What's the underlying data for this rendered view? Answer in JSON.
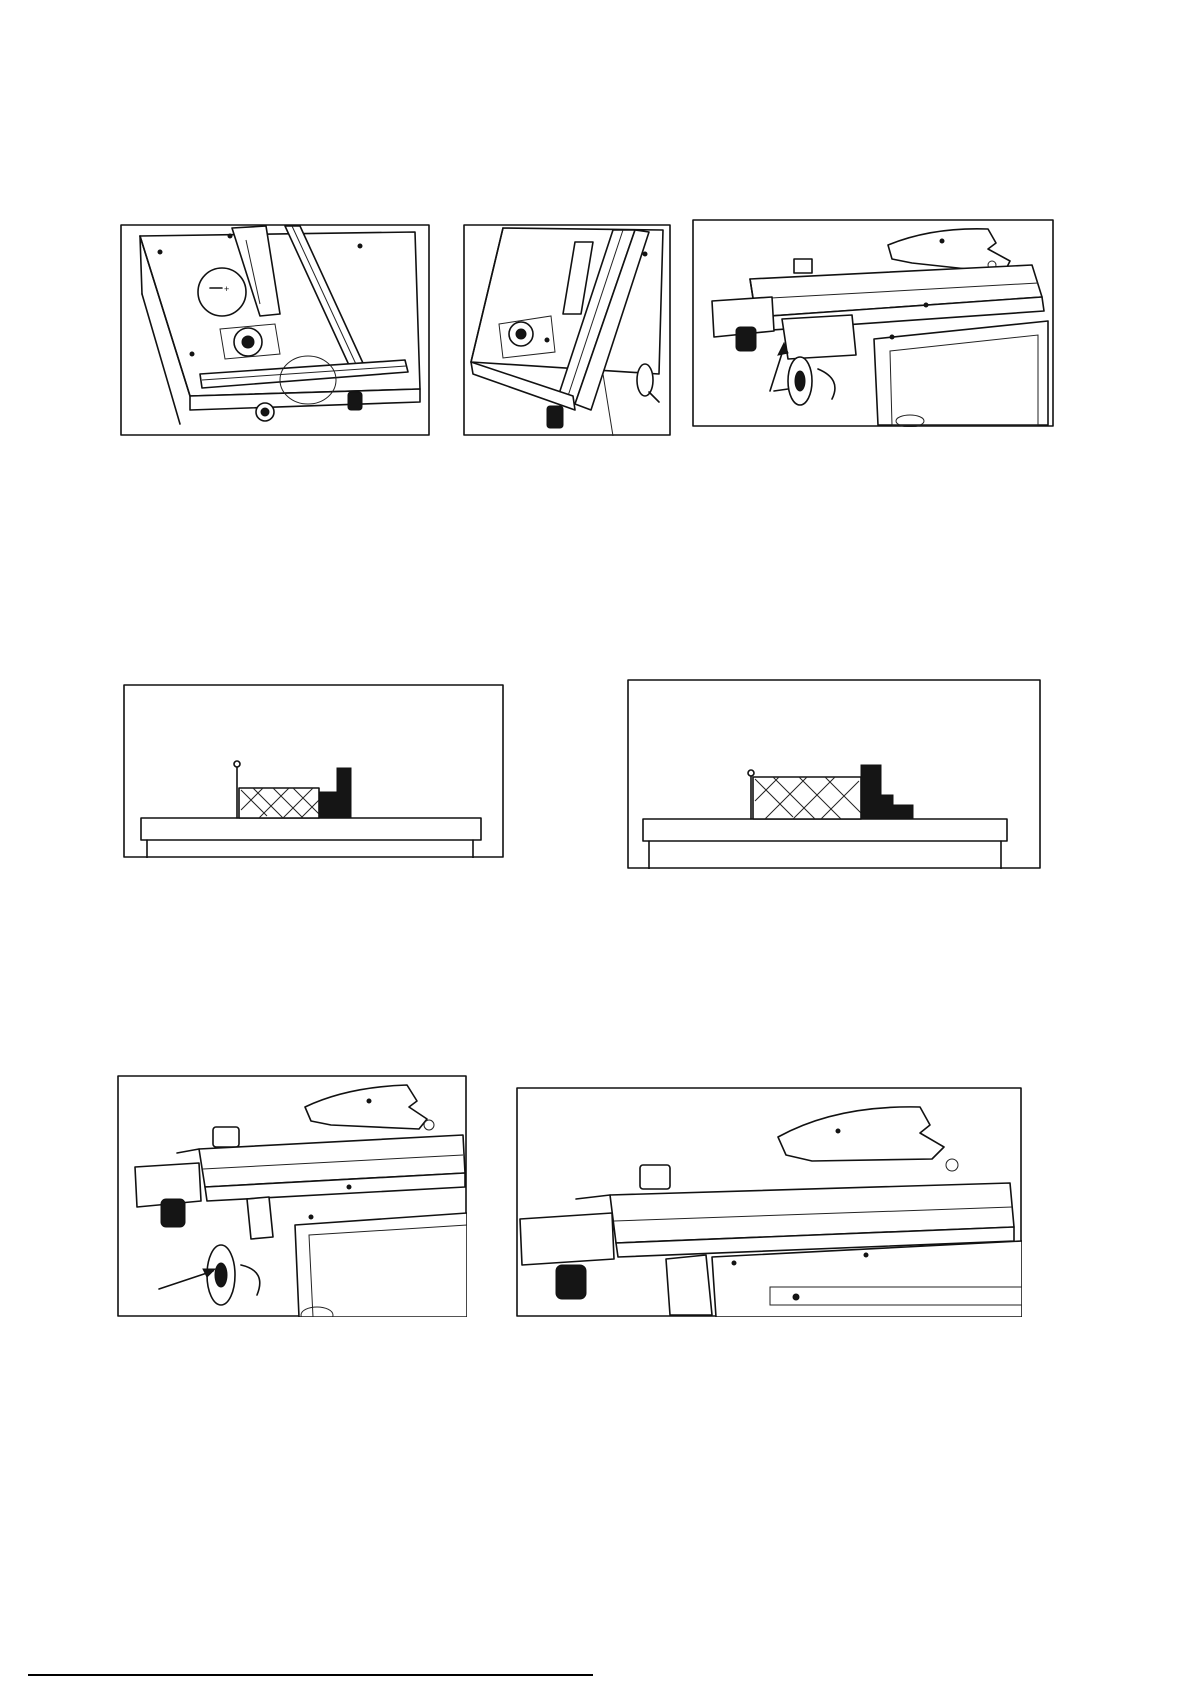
{
  "page": {
    "background": "#ffffff",
    "line_color": "#111111"
  },
  "figures": [
    {
      "id": "fig-1",
      "subject": "table-saw-top-view-with-rip-fence"
    },
    {
      "id": "fig-2",
      "subject": "rip-fence-on-table-angled-view"
    },
    {
      "id": "fig-3",
      "subject": "rip-fence-lock-and-riving-knife"
    },
    {
      "id": "fig-4",
      "subject": "fence-profile-low-position"
    },
    {
      "id": "fig-5",
      "subject": "fence-profile-high-position"
    },
    {
      "id": "fig-6",
      "subject": "fence-lock-handwheel-indicated"
    },
    {
      "id": "fig-7",
      "subject": "fence-assembly-on-table"
    }
  ]
}
